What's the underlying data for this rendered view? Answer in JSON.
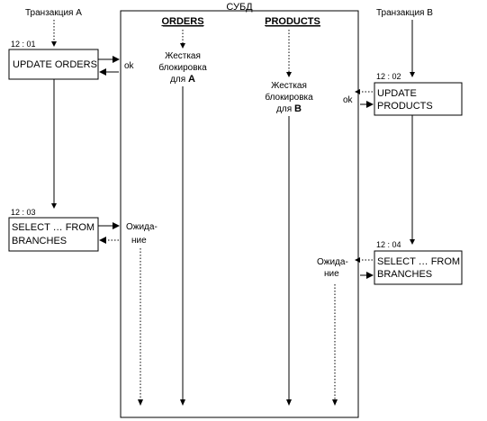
{
  "dbms": {
    "title": "СУБД"
  },
  "transaction_a": {
    "label": "Транзакция А"
  },
  "transaction_b": {
    "label": "Транзакция В"
  },
  "tables": {
    "orders": "ORDERS",
    "products": "PRODUCTS"
  },
  "steps": {
    "a1": {
      "time": "12 : 01",
      "line1": "UPDATE ORDERS",
      "line2": ""
    },
    "a2": {
      "time": "12 : 03",
      "line1": "SELECT … FROM",
      "line2": "BRANCHES"
    },
    "b1": {
      "time": "12 : 02",
      "line1": "UPDATE",
      "line2": "PRODUCTS"
    },
    "b2": {
      "time": "12 : 04",
      "line1": "SELECT … FROM",
      "line2": "BRANCHES"
    }
  },
  "locks": {
    "a": {
      "line1": "Жесткая",
      "line2": "блокировка",
      "line3_prefix": "для ",
      "owner": "A"
    },
    "b": {
      "line1": "Жесткая",
      "line2": "блокировка",
      "line3_prefix": "для ",
      "owner": "B"
    }
  },
  "responses": {
    "ok_a": "ok",
    "ok_b": "ok",
    "wait_a_1": "Ожида-",
    "wait_a_2": "ние",
    "wait_b_1": "Ожида-",
    "wait_b_2": "ние"
  }
}
